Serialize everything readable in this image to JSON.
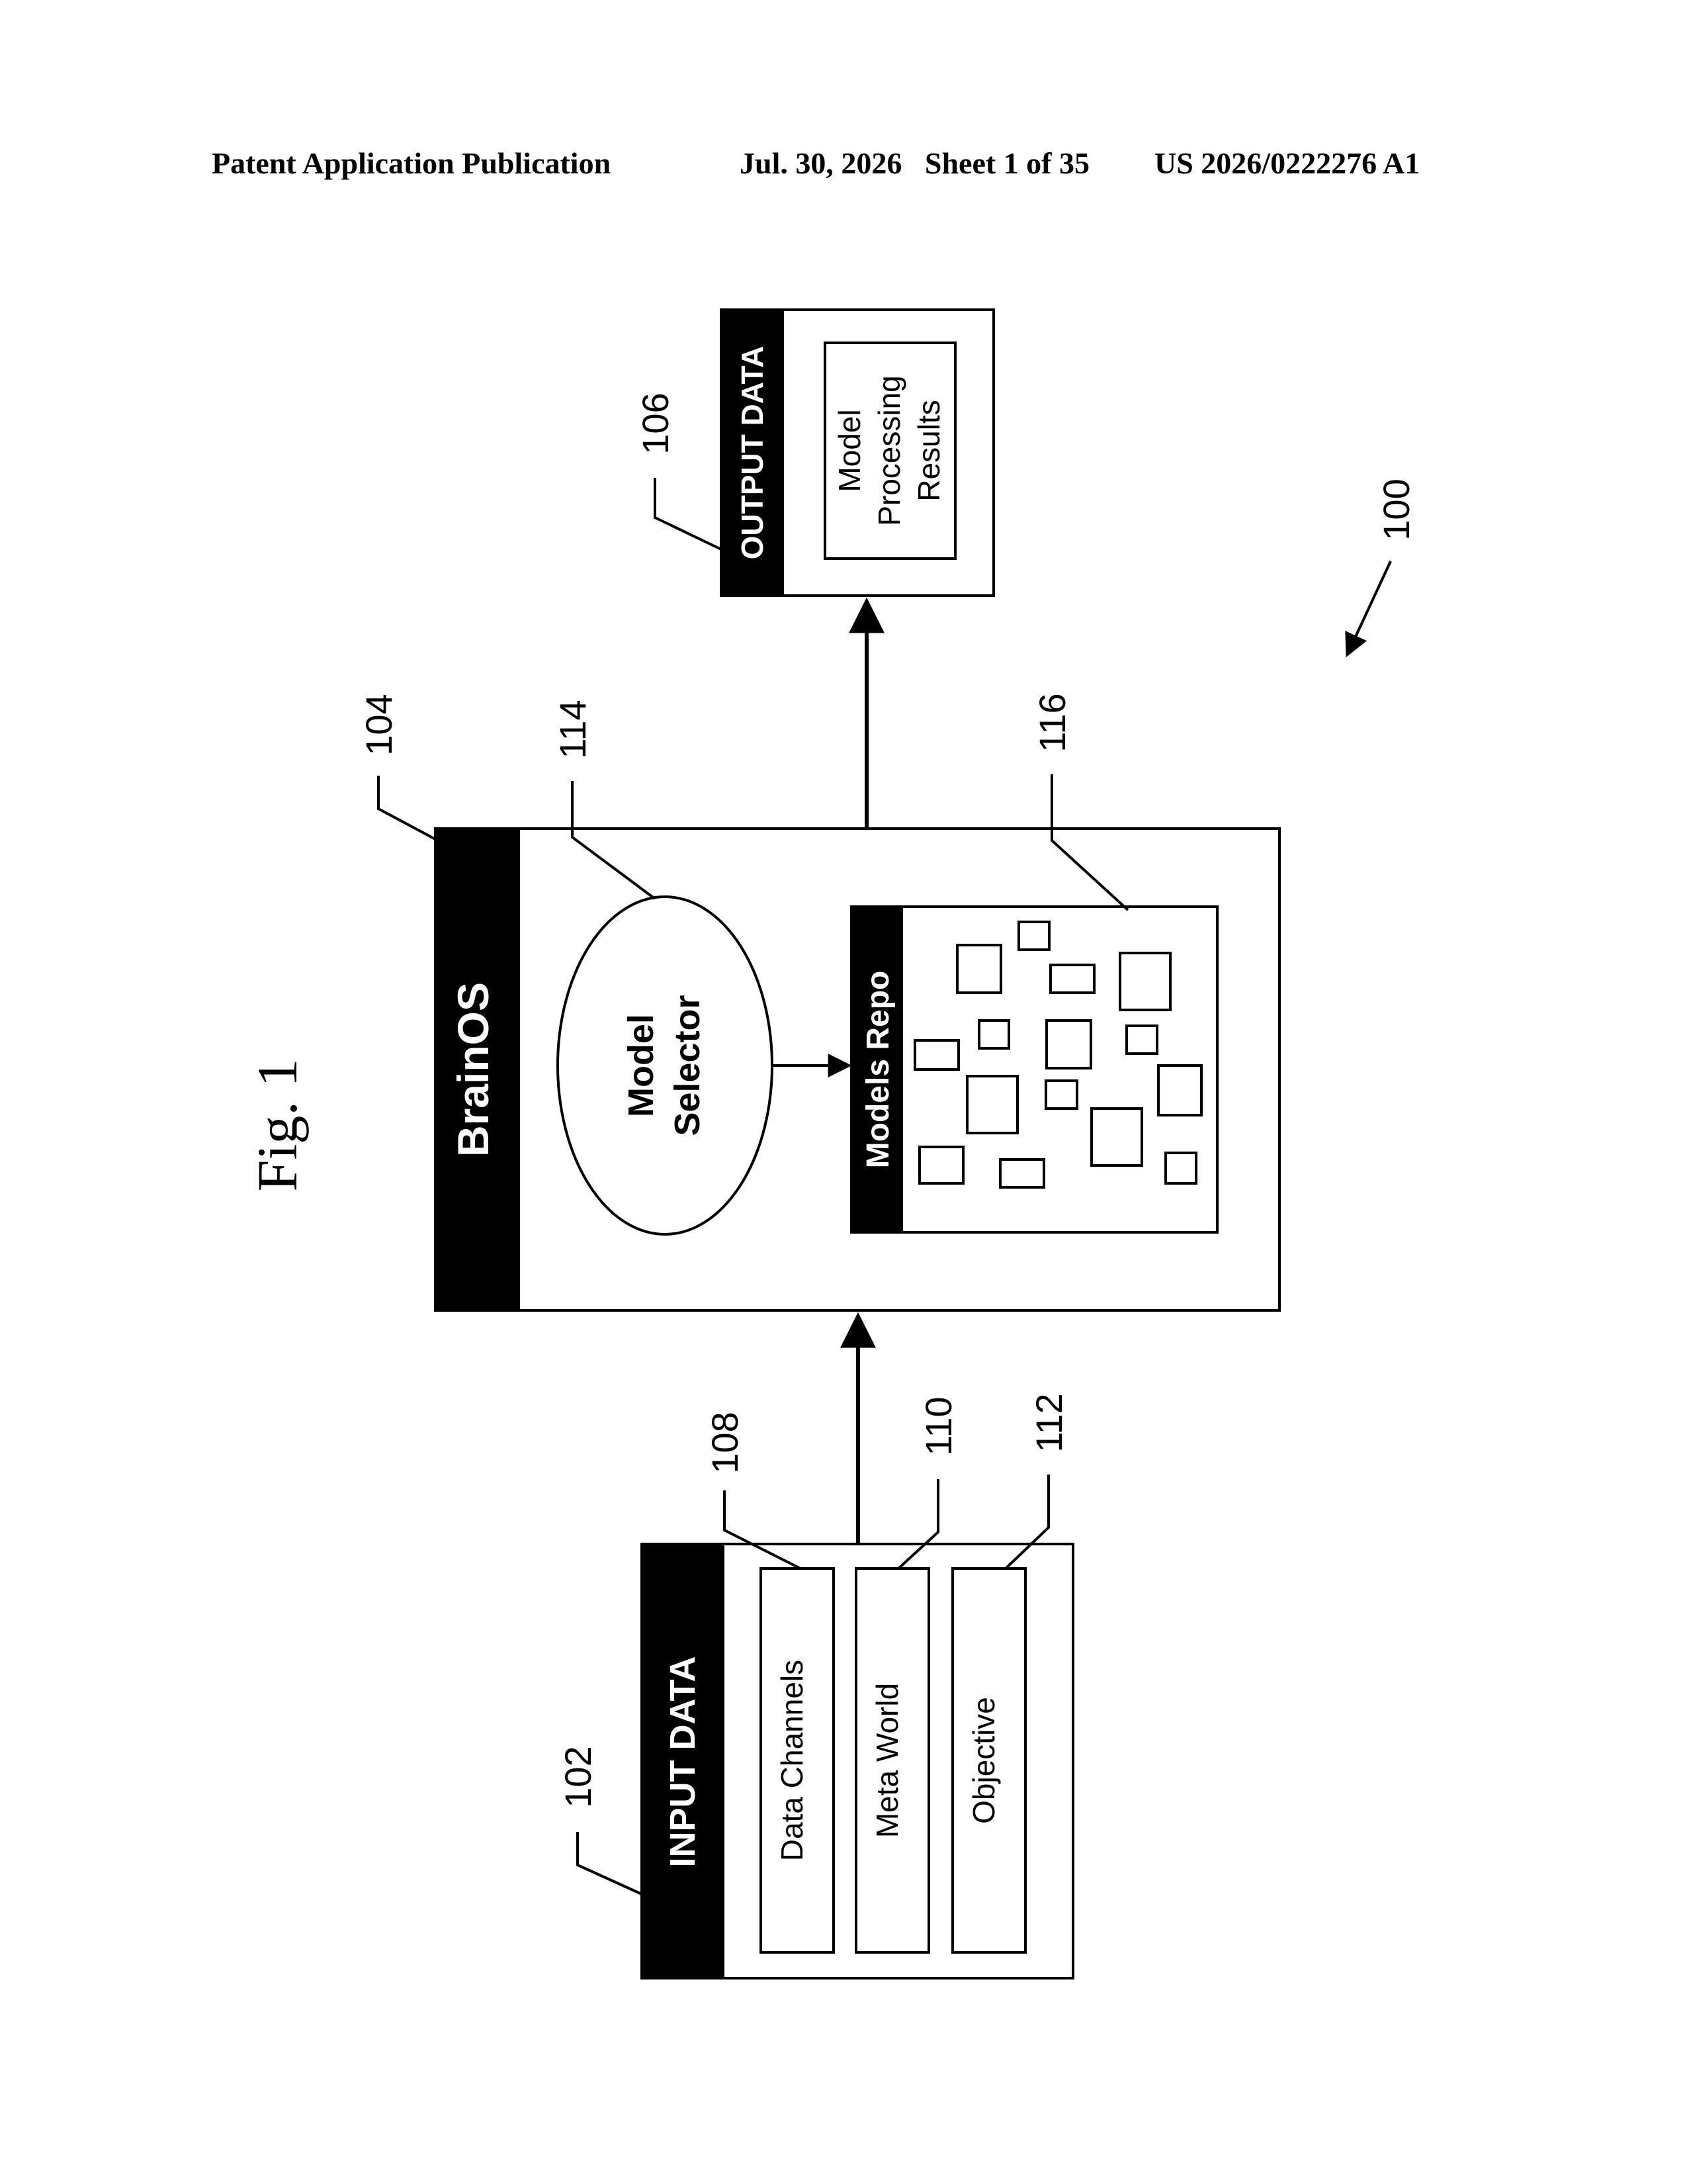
{
  "header": {
    "publication": "Patent Application Publication",
    "date_sheet": "Jul. 30, 2026   Sheet 1 of 35",
    "number": "US 2026/0222276 A1"
  },
  "figure": {
    "label": "Fig. 1",
    "input_data": {
      "title": "INPUT DATA",
      "ref": "102",
      "items": [
        {
          "label": "Data Channels",
          "ref": "108"
        },
        {
          "label": "Meta World",
          "ref": "110"
        },
        {
          "label": "Objective",
          "ref": "112"
        }
      ]
    },
    "brainos": {
      "title": "BrainOS",
      "ref": "104",
      "model_selector": {
        "line1": "Model",
        "line2": "Selector",
        "ref": "114"
      },
      "models_repo": {
        "title": "Models Repo",
        "ref": "116"
      }
    },
    "output_data": {
      "title": "OUTPUT DATA",
      "ref": "106",
      "results": {
        "line1": "Model",
        "line2": "Processing",
        "line3": "Results"
      }
    },
    "system_ref": "100"
  }
}
